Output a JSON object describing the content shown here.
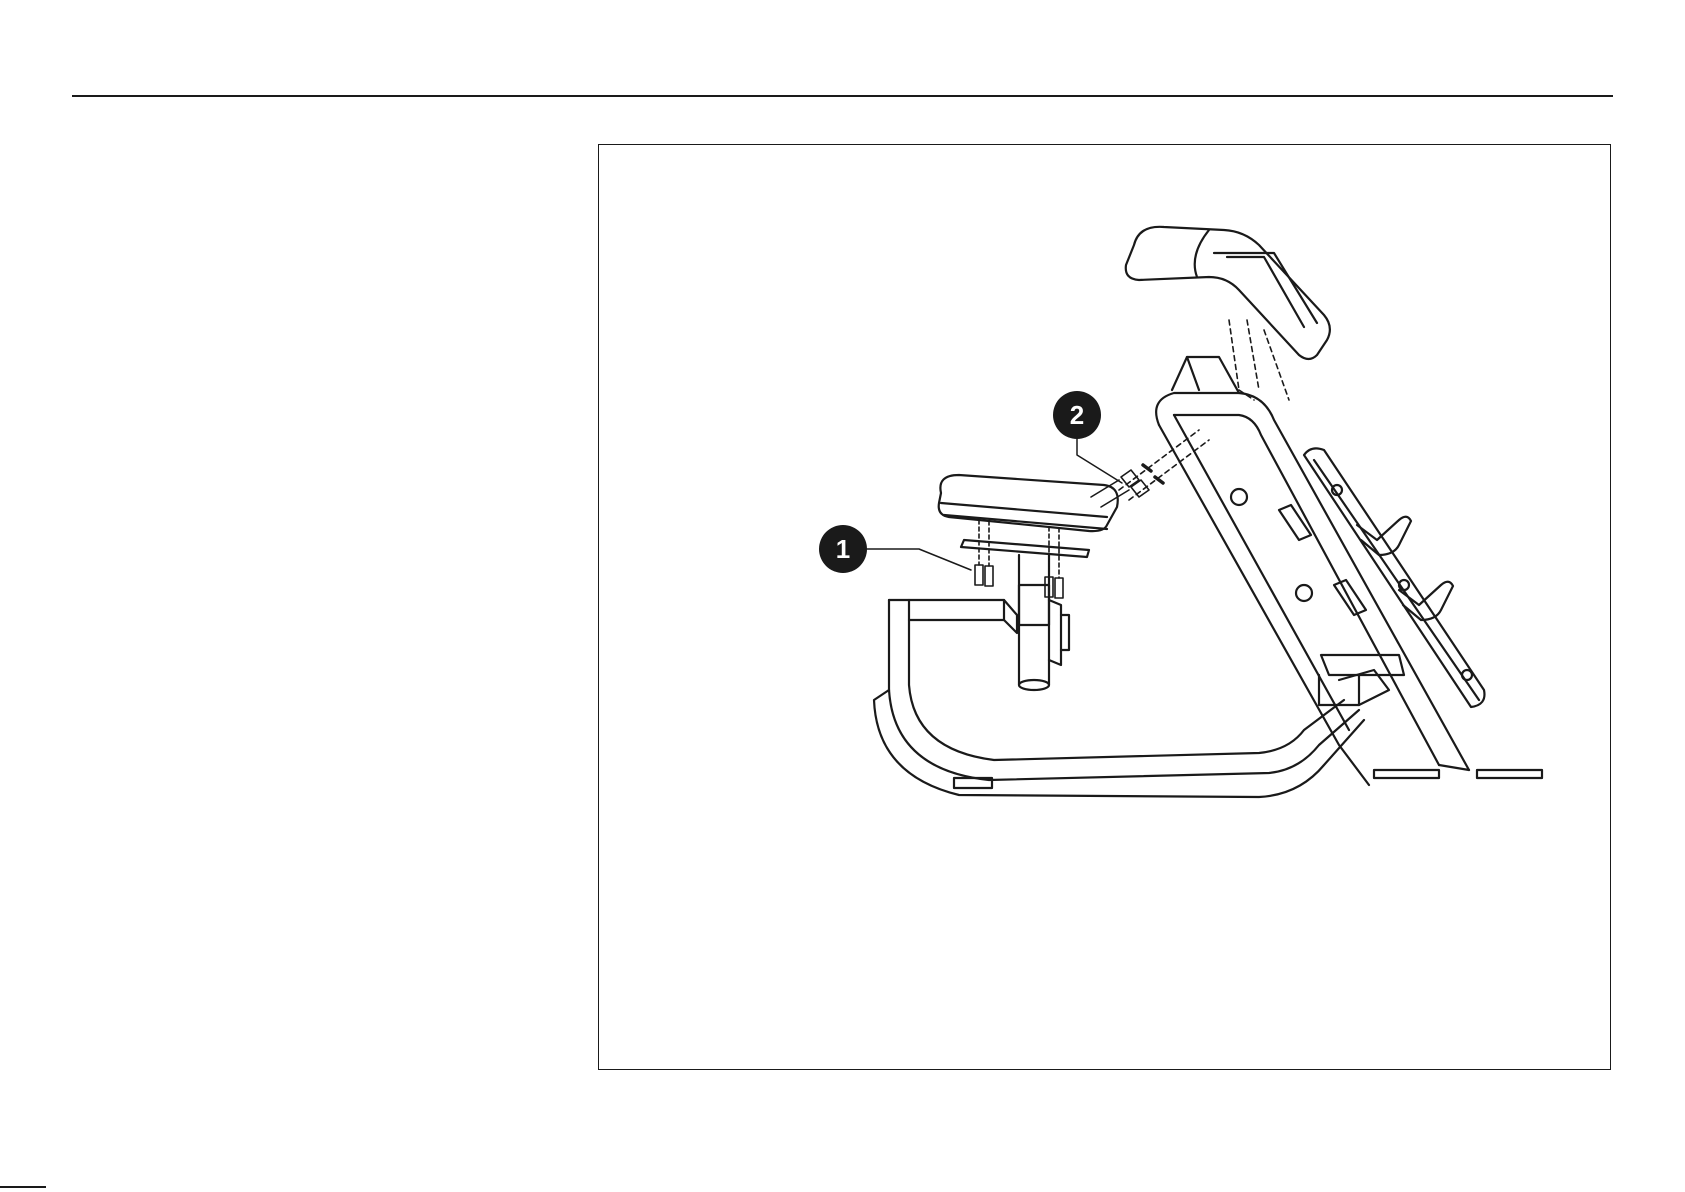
{
  "page": {
    "callouts": [
      {
        "label": "1",
        "meaning": ""
      },
      {
        "label": "2",
        "meaning": ""
      }
    ],
    "colors": {
      "ink": "#1a1a1a",
      "paper": "#ffffff"
    },
    "icons": [
      "exploded-view-bench-drawing"
    ]
  }
}
